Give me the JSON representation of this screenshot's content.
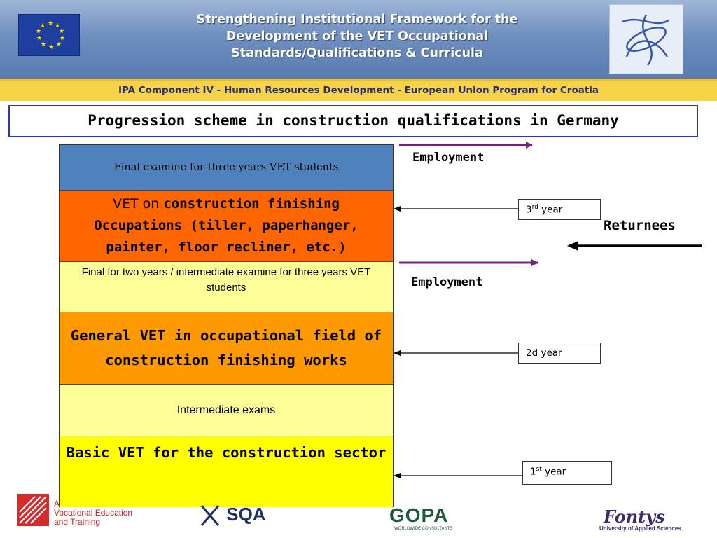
{
  "header": {
    "title_line1": "Strengthening Institutional Framework for the",
    "title_line2": "Development of the VET Occupational",
    "title_line3": "Standards/Qualifications & Curricula",
    "ipa_text": "IPA Component IV - Human Resources Development - European Union Program for Croatia"
  },
  "slide": {
    "title": "Progression scheme in construction qualifications in Germany"
  },
  "ladder": {
    "tier1": "Final examine for three years VET students",
    "tier2_prefix": "VET on ",
    "tier2_bold": "construction finishing Occupations (tiller, paperhanger, painter, floor recliner, etc.)",
    "tier3": "Final for two years / intermediate examine for three years VET students",
    "tier4": "General VET in occupational field of construction finishing works",
    "tier5": "Intermediate exams",
    "tier6": "Basic VET for the construction sector"
  },
  "side": {
    "employment_top": "Employment",
    "employment_mid": "Employment",
    "returnees": "Returnees",
    "year3_num": "3",
    "year3_sup": "rd",
    "year3_word": " year",
    "year2": "2d year",
    "year1_num": "1",
    "year1_sup": "st",
    "year1_word": " year"
  },
  "footer": {
    "logo1_line1": "A",
    "logo1_line2": "Vocational Education",
    "logo1_line3": "and Training",
    "sqa": "SQA",
    "gopa": "GOPA",
    "gopa_sub": "WORLDWIDE CONSULTANTS",
    "fontys": "Fontys",
    "fontys_sub": "University of Applied Sciences"
  },
  "colors": {
    "tier1": "#4f81bd",
    "tier2": "#ff6600",
    "tier3": "#ffff99",
    "tier4": "#ff9900",
    "tier5": "#ffff99",
    "tier6": "#ffff00",
    "employment_arrow": "#7b1c83"
  },
  "icons": [
    "eu-flag-icon",
    "project-logo-icon",
    "employment-arrow-icon",
    "returnees-arrow-icon"
  ]
}
